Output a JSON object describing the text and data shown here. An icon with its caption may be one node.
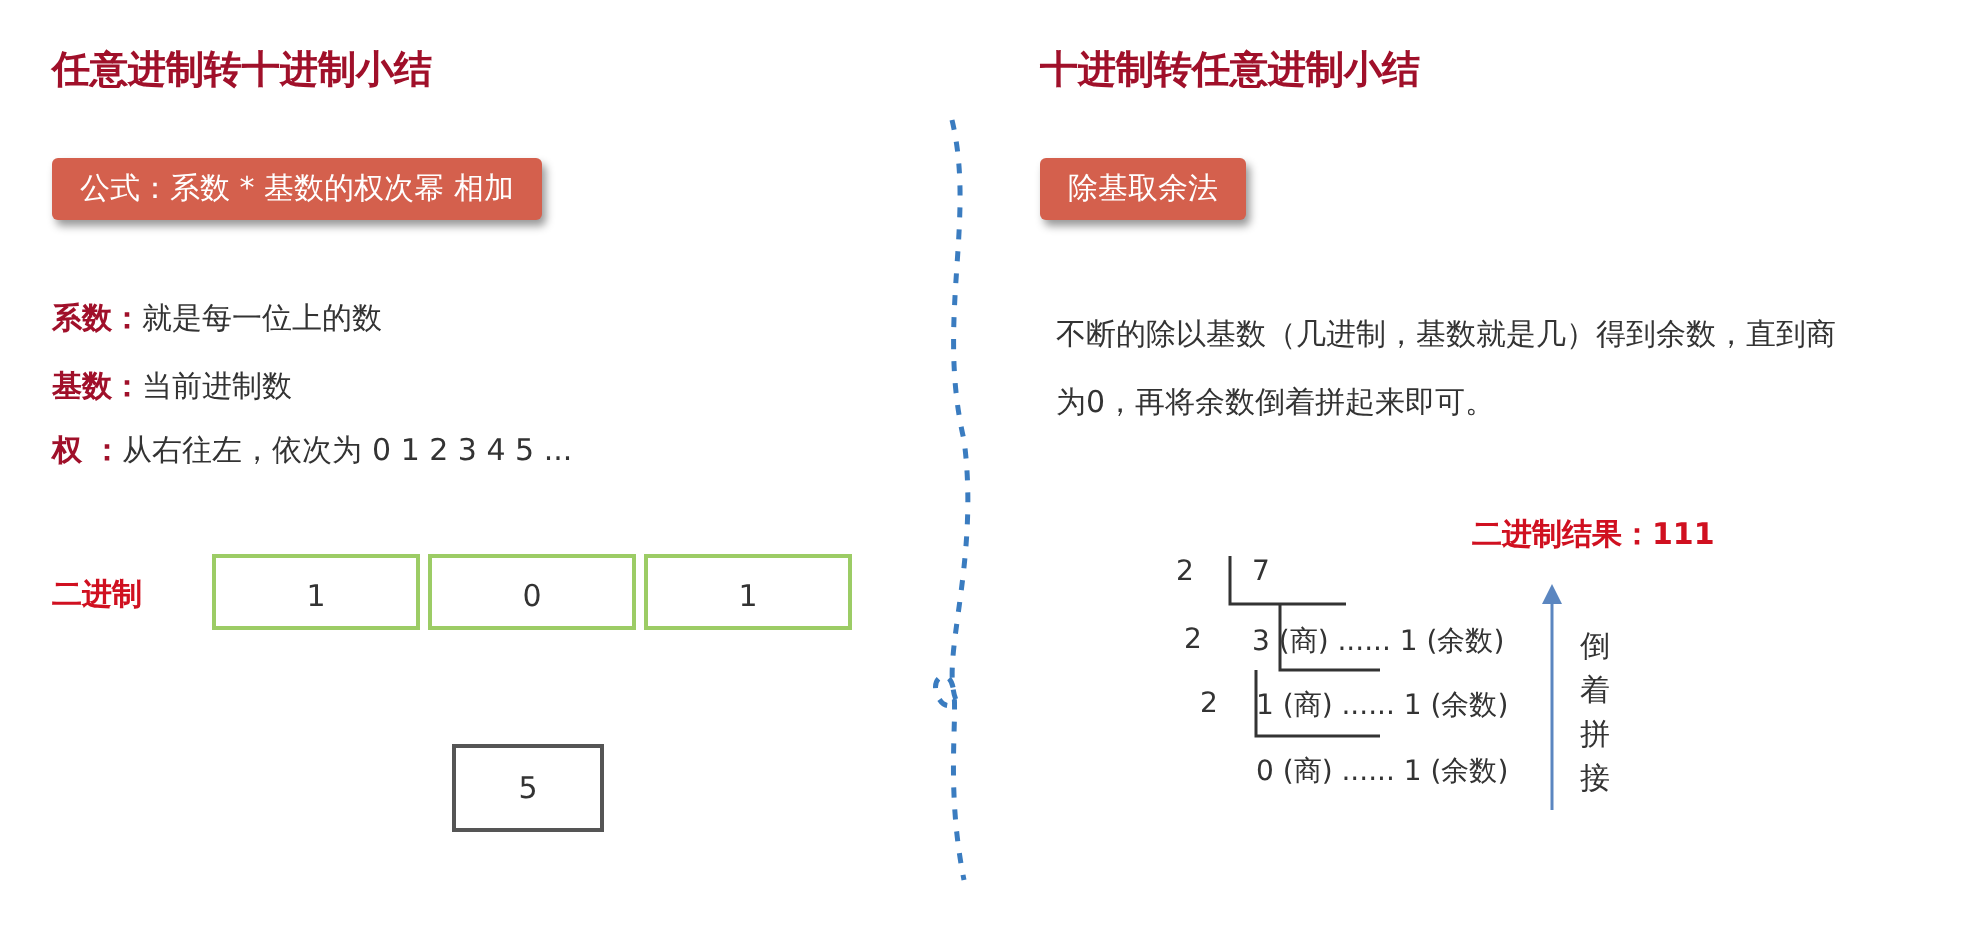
{
  "diagram": {
    "nodes": [
      {
        "text": [
          "公式：系数 * 基数的权次幂 相加"
        ]
      },
      {
        "text": [
          "除基取余法"
        ]
      },
      {
        "text": [
          "1"
        ]
      },
      {
        "text": [
          "0"
        ]
      },
      {
        "text": [
          "1"
        ]
      },
      {
        "text": [
          "5"
        ]
      }
    ],
    "labels": [
      "任意进制转十进制小结",
      "十进制转任意进制小结",
      "**系数：**就是每一位上的数",
      "**基数：**当前进制数",
      "**权  ：**从右往左，依次为 0 1 2 3 4 5 ...",
      "二进制",
      "不断的除以基数（几进制，基数就是几）得到余数，直到商为0，再将余数倒着拼起来即可。",
      "二进制结果：111",
      "2",
      "7",
      "2",
      "3 (商) ...... 1 (余数)",
      "2",
      "1 (商) ...... 1 (余数)",
      "0 (商) ...... 1 (余数)",
      "倒着拼接"
    ]
  }
}
